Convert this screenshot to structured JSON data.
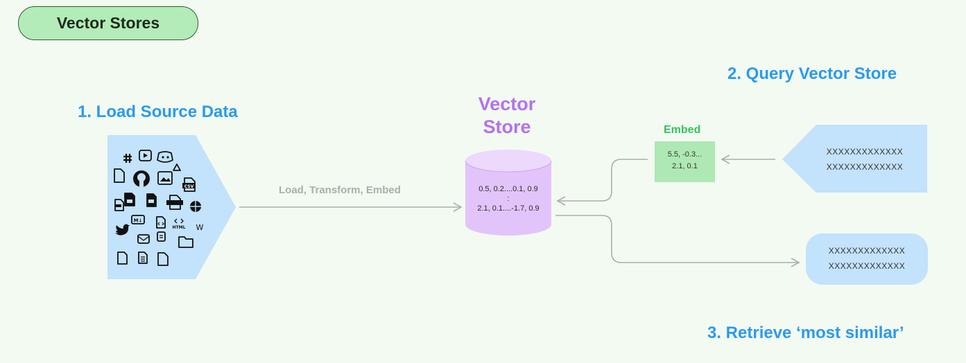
{
  "badge": {
    "label": "Vector Stores"
  },
  "steps": {
    "load": "1. Load Source Data",
    "query": "2. Query Vector Store",
    "retrieve": "3. Retrieve ‘most similar’"
  },
  "vector_store": {
    "title_line1": "Vector",
    "title_line2": "Store",
    "row1": "0.5, 0.2....0.1, 0.9",
    "row_sep": ":",
    "row2": "2.1, 0.1....-1.7, 0.9"
  },
  "embed": {
    "title": "Embed",
    "line1": "5.5, -0.3...",
    "line2": "2.1, 0.1"
  },
  "query_box": {
    "line1": "XXXXXXXXXXXXX",
    "line2": "XXXXXXXXXXXXX"
  },
  "result_box": {
    "line1": "XXXXXXXXXXXXX",
    "line2": "XXXXXXXXXXXXX"
  },
  "flow": {
    "label": "Load, Transform, Embed"
  },
  "source_icons": {
    "row1": [
      "slack-icon",
      "youtube-icon",
      "discord-icon"
    ],
    "row2": [
      "file-icon",
      "github-icon",
      "image-icon",
      "drive-icon",
      "csv-icon"
    ],
    "row3": [
      "pdf-icon",
      "doc-icon",
      "ppt-icon",
      "xlsx-icon",
      "web-icon"
    ],
    "row4": [
      "markdown-icon",
      "code-icon",
      "html-icon",
      "wikipedia-icon"
    ],
    "row5": [
      "twitter-icon",
      "email-icon",
      "notes-icon",
      "folder-icon"
    ],
    "row6": [
      "file-icon",
      "text-file-icon",
      "file-icon"
    ],
    "labels": {
      "csv": "CSV",
      "markdown": "M↓",
      "html": "HTML",
      "wiki": "W"
    }
  },
  "colors": {
    "background": "#f3faf2",
    "badge_fill": "#b3ecb8",
    "step_blue": "#2a9af0",
    "vector_purple": "#b470f0",
    "cylinder_fill": "#e2c4fb",
    "embed_green": "#35c35a",
    "embed_fill": "#aee8b4",
    "panel_blue": "#c3e2fb",
    "arrow_gray": "#a9b0a9"
  }
}
